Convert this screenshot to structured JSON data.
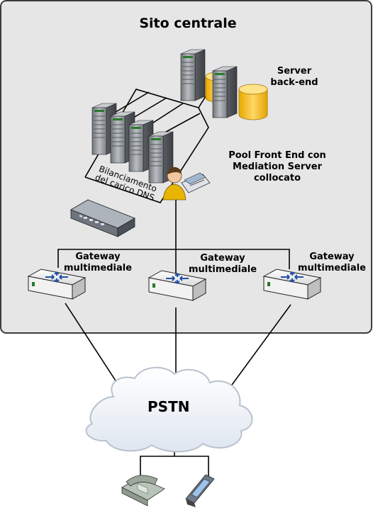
{
  "site": {
    "title": "Sito centrale"
  },
  "labels": {
    "backend": {
      "line1": "Server",
      "line2": "back-end"
    },
    "frontend": {
      "line1": "Pool Front End con",
      "line2": "Mediation Server",
      "line3": "collocato"
    },
    "dns": {
      "line1": "Bilanciamento",
      "line2": "del carico DNS"
    },
    "gateways": [
      {
        "line1": "Gateway",
        "line2": "multimediale"
      },
      {
        "line1": "Gateway",
        "line2": "multimediale"
      },
      {
        "line1": "Gateway",
        "line2": "multimediale"
      }
    ],
    "cloud": "PSTN"
  },
  "colors": {
    "site_bg": "#e6e6e6",
    "site_border": "#3c3c3c",
    "server_body": "#8f949a",
    "db": "#f5c542",
    "router": "#e8e8e8",
    "router_arrows": "#1f4fa8",
    "cloud": "#ffffff"
  }
}
